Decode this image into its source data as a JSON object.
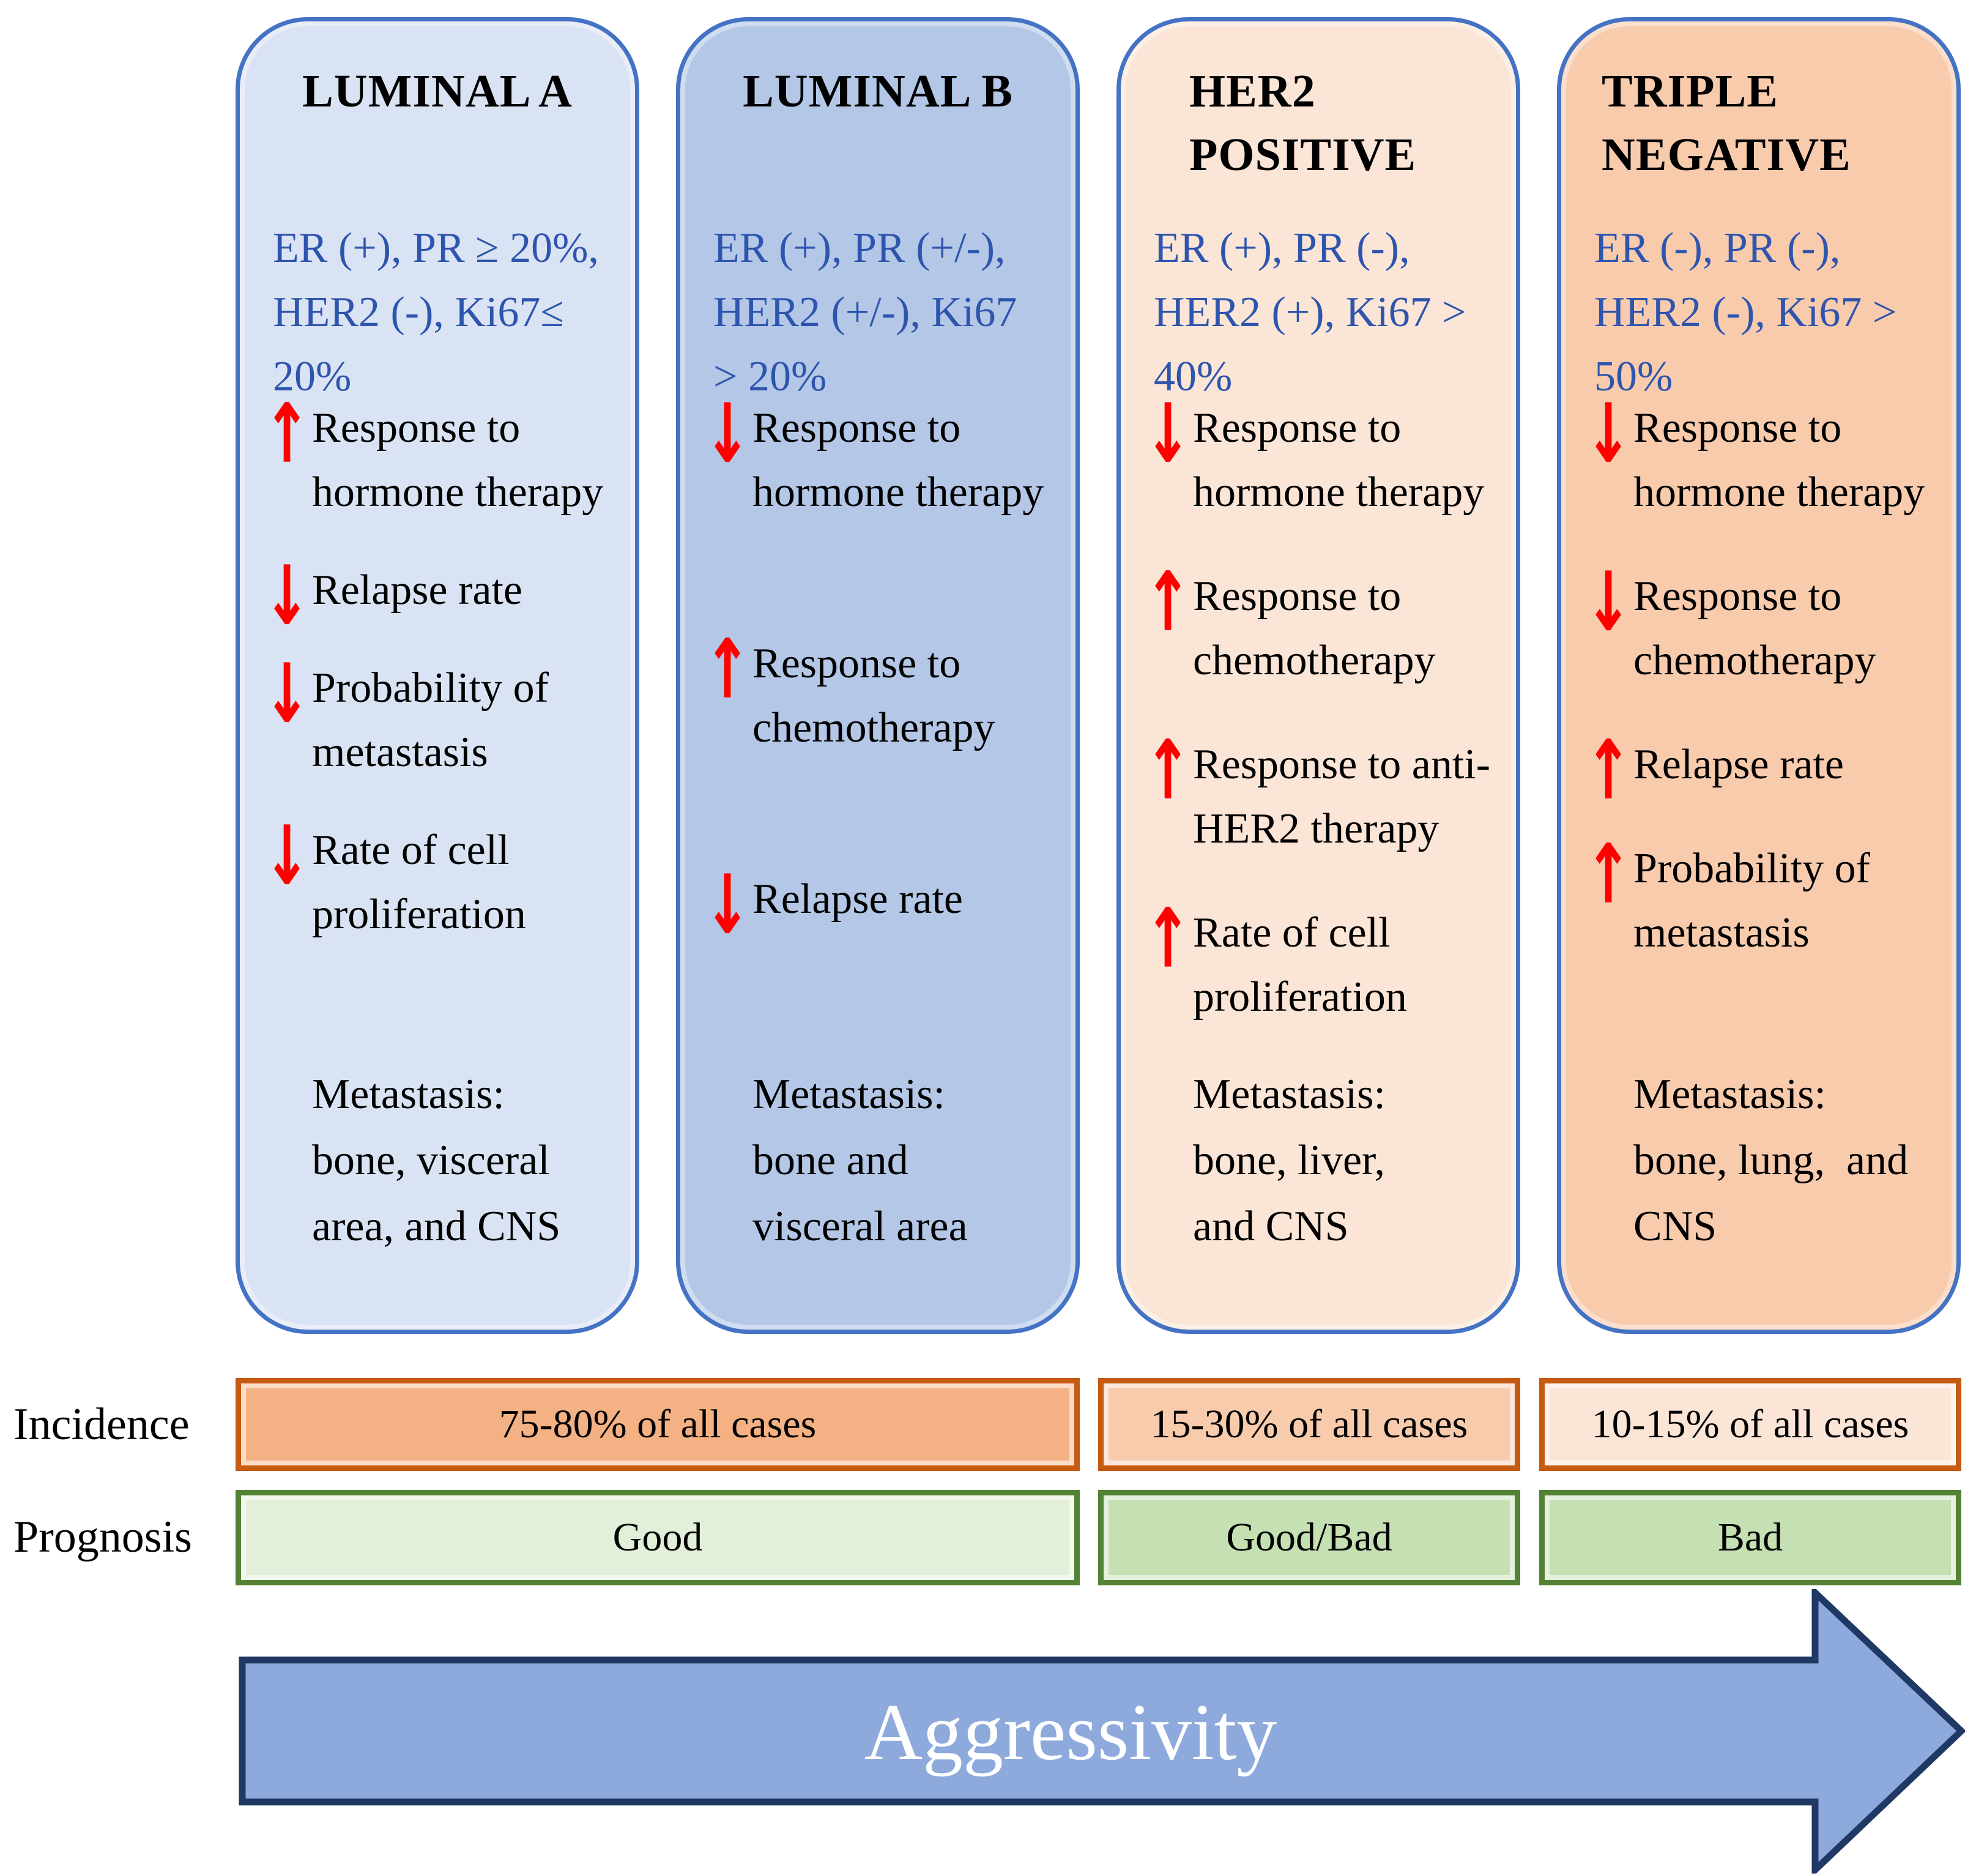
{
  "cards": [
    {
      "title": "LUMINAL A",
      "markers": "ER (+), PR ≥ 20%,\nHER2 (-), Ki67≤\n20%",
      "features": [
        {
          "glyph": "↑",
          "direction": "up",
          "text": "Response to\nhormone therapy"
        },
        {
          "glyph": "↓",
          "direction": "down",
          "text": "Relapse rate"
        },
        {
          "glyph": "↓",
          "direction": "down",
          "text": "Probability of\nmetastasis"
        },
        {
          "glyph": "↓",
          "direction": "down",
          "text": "Rate of cell\nproliferation"
        }
      ],
      "metastasis": "Metastasis:\nbone, visceral\narea, and CNS"
    },
    {
      "title": "LUMINAL B",
      "markers": "ER (+), PR (+/-),\nHER2 (+/-), Ki67\n> 20%",
      "features": [
        {
          "glyph": "↓",
          "direction": "down",
          "text": "Response to\nhormone therapy"
        },
        {
          "glyph": "↑",
          "direction": "up",
          "text": "Response to\nchemotherapy"
        },
        {
          "glyph": "↓",
          "direction": "down",
          "text": "Relapse rate"
        }
      ],
      "metastasis": "Metastasis:\nbone and\nvisceral area"
    },
    {
      "title": "HER2\nPOSITIVE",
      "markers": "ER (+), PR (-),\nHER2 (+), Ki67 >\n40%",
      "features": [
        {
          "glyph": "↓",
          "direction": "down",
          "text": "Response to\nhormone therapy"
        },
        {
          "glyph": "↑",
          "direction": "up",
          "text": "Response to\nchemotherapy"
        },
        {
          "glyph": "↑",
          "direction": "up",
          "text": "Response to anti-\nHER2 therapy"
        },
        {
          "glyph": "↑",
          "direction": "up",
          "text": "Rate of cell\nproliferation"
        }
      ],
      "metastasis": "Metastasis:\nbone, liver,\nand CNS"
    },
    {
      "title": "TRIPLE\nNEGATIVE",
      "markers": "ER (-), PR (-),\nHER2 (-), Ki67 >\n50%",
      "features": [
        {
          "glyph": "↓",
          "direction": "down",
          "text": "Response to\nhormone therapy"
        },
        {
          "glyph": "↓",
          "direction": "down",
          "text": "Response to\nchemotherapy"
        },
        {
          "glyph": "↑",
          "direction": "up",
          "text": "Relapse rate"
        },
        {
          "glyph": "↑",
          "direction": "up",
          "text": "Probability of\nmetastasis"
        }
      ],
      "metastasis": "Metastasis:\nbone, lung,  and\nCNS"
    }
  ],
  "incidence": {
    "label": "Incidence",
    "bars": [
      "75-80% of all cases",
      "15-30% of all cases",
      "10-15% of all cases"
    ]
  },
  "prognosis": {
    "label": "Prognosis",
    "bars": [
      "Good",
      "Good/Bad",
      "Bad"
    ]
  },
  "arrow": {
    "label": "Aggressivity"
  },
  "colors": {
    "card_border": "#4472c4",
    "card1_fill": "#dae3f3",
    "card2_fill": "#b4c7e7",
    "card3_fill": "#fbe5d6",
    "card4_fill": "#f8cbad",
    "marker_text_blue": "#2e55ae",
    "red_arrow": "#fe0000",
    "incidence_border": "#c55a11",
    "incidence1_fill": "#f4b183",
    "incidence2_fill": "#f8cbad",
    "incidence3_fill": "#fbe5d6",
    "prognosis_border": "#538135",
    "prognosis1_fill": "#e2efd9",
    "prognosis2_fill": "#c5e0b3",
    "prognosis3_fill": "#c5e0b3",
    "arrow_fill": "#8eaadc",
    "arrow_border": "#1f3864",
    "arrow_text": "#ffffff"
  }
}
